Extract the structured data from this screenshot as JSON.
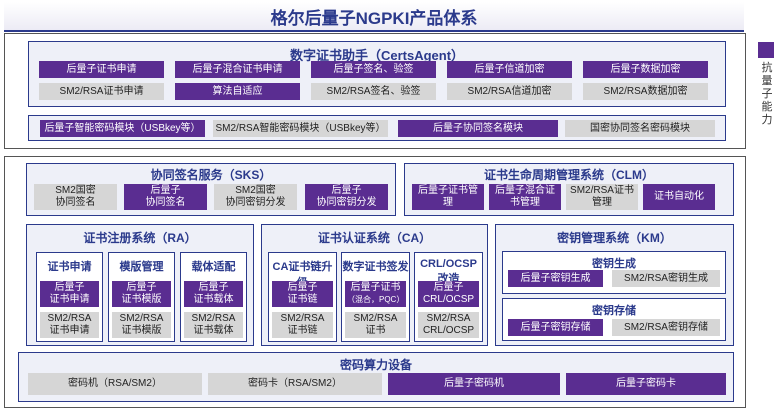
{
  "title": "格尔后量子NGPKI产品体系",
  "legend": {
    "label": "抗量子能力",
    "color": "#5a2d91"
  },
  "colors": {
    "quantum": "#5a2d91",
    "classic": "#d6d6d6",
    "accent": "#2b3a8c"
  },
  "certs_agent": {
    "title": "数字证书助手（CertsAgent）",
    "row1": [
      "后量子证书申请",
      "后量子混合证书申请",
      "后量子签名、验签",
      "后量子信道加密",
      "后量子数据加密"
    ],
    "row2": [
      "SM2/RSA证书申请",
      "算法自适应",
      "SM2/RSA签名、验签",
      "SM2/RSA信道加密",
      "SM2/RSA数据加密"
    ]
  },
  "modules": [
    "后量子智能密码模块（USBkey等）",
    "SM2/RSA智能密码模块（USBkey等）",
    "后量子协同签名模块",
    "国密协同签名密码模块"
  ],
  "sks": {
    "title": "协同签名服务（SKS）",
    "items": [
      "SM2国密\n协同签名",
      "后量子\n协同签名",
      "SM2国密\n协同密钥分发",
      "后量子\n协同密钥分发"
    ]
  },
  "clm": {
    "title": "证书生命周期管理系统（CLM）",
    "items": [
      "后量子证书管\n理",
      "后量子混合证\n书管理",
      "SM2/RSA证书\n管理",
      "证书自动化"
    ]
  },
  "ra": {
    "title": "证书注册系统（RA）",
    "cols": [
      {
        "title": "证书申请",
        "pq": "后量子\n证书申请",
        "classic": "SM2/RSA\n证书申请"
      },
      {
        "title": "模版管理",
        "pq": "后量子\n证书模版",
        "classic": "SM2/RSA\n证书模版"
      },
      {
        "title": "载体适配",
        "pq": "后量子\n证书载体",
        "classic": "SM2/RSA\n证书载体"
      }
    ]
  },
  "ca": {
    "title": "证书认证系统（CA）",
    "cols": [
      {
        "title": "CA证书链升级",
        "pq": "后量子\n证书链",
        "pq_note": "",
        "classic": "SM2/RSA\n证书链"
      },
      {
        "title": "数字证书签发",
        "pq": "后量子证书",
        "pq_note": "（混合，PQC）",
        "classic": "SM2/RSA\n证书"
      },
      {
        "title": "CRL/OCSP改造",
        "pq": "后量子\nCRL/OCSP",
        "pq_note": "",
        "classic": "SM2/RSA\nCRL/OCSP"
      }
    ]
  },
  "km": {
    "title": "密钥管理系统（KM）",
    "gen": {
      "title": "密钥生成",
      "pq": "后量子密钥生成",
      "classic": "SM2/RSA密钥生成"
    },
    "store": {
      "title": "密钥存储",
      "pq": "后量子密钥存储",
      "classic": "SM2/RSA密钥存储"
    }
  },
  "hardware": {
    "title": "密码算力设备",
    "items": [
      "密码机（RSA/SM2）",
      "密码卡（RSA/SM2）",
      "后量子密码机",
      "后量子密码卡"
    ]
  }
}
